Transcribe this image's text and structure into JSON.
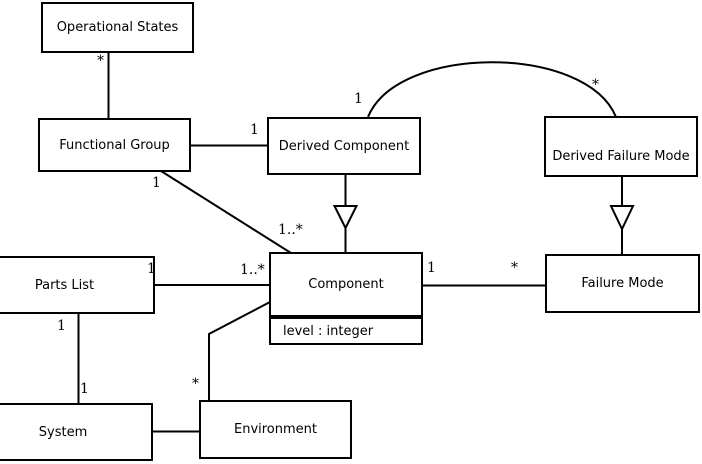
{
  "diagram": {
    "background_color": "#ffffff",
    "line_color": "#000000",
    "classes": {
      "operational_states": {
        "name": "Operational States"
      },
      "functional_group": {
        "name": "Functional Group"
      },
      "derived_component": {
        "name": "Derived Component"
      },
      "derived_failure_mode": {
        "name": "Derived Failure Mode"
      },
      "parts_list": {
        "name": "Parts List"
      },
      "component": {
        "name": "Component",
        "attribute": "level : integer"
      },
      "failure_mode": {
        "name": "Failure Mode"
      },
      "system": {
        "name": "System"
      },
      "environment": {
        "name": "Environment"
      }
    },
    "relationships": {
      "operational_states__functional_group": {
        "type": "association",
        "label_at_operational_states": "*"
      },
      "functional_group__derived_component": {
        "type": "association",
        "label_at_derived_component": "1"
      },
      "functional_group__component": {
        "type": "association",
        "label_at_functional_group": "1",
        "label_at_component": "1..*"
      },
      "derived_component__derived_failure_mode": {
        "type": "association",
        "label_at_derived_component": "1",
        "label_at_derived_failure_mode": "*"
      },
      "derived_component__component": {
        "type": "generalization"
      },
      "derived_failure_mode__failure_mode": {
        "type": "generalization"
      },
      "parts_list__component": {
        "type": "association",
        "label_at_parts_list": "1",
        "label_at_component": "1..*"
      },
      "parts_list__system": {
        "type": "association",
        "label_at_parts_list": "1",
        "label_at_system": "1"
      },
      "system__environment": {
        "type": "association"
      },
      "environment__component": {
        "type": "association",
        "label_at_environment": "*"
      },
      "component__failure_mode": {
        "type": "association",
        "label_at_component": "1",
        "label_at_failure_mode": "*"
      }
    }
  }
}
